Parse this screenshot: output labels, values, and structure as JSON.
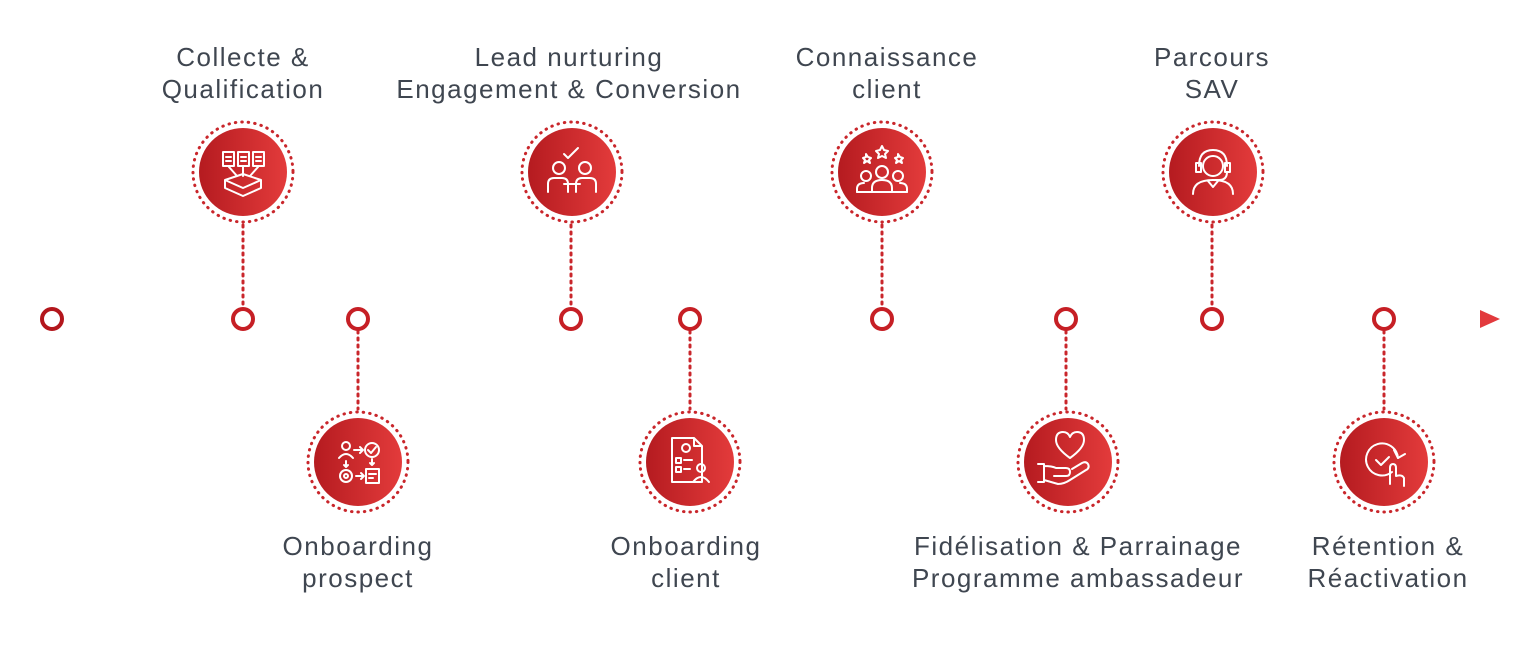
{
  "colors": {
    "line_start": "#b3161c",
    "line_end": "#e23a3d",
    "text": "#3f4650",
    "node_fill": "#ffffff",
    "icon_fill_dark": "#b51b20",
    "icon_fill_light": "#e33b3b"
  },
  "timeline": {
    "start_marker": "circle",
    "end_marker": "arrow"
  },
  "stages": [
    {
      "id": "collecte",
      "side": "top",
      "icon": "documents-inbox-icon",
      "lines": [
        "Collecte &",
        "Qualification"
      ]
    },
    {
      "id": "onboarding-prospect",
      "side": "bottom",
      "icon": "workflow-icon",
      "lines": [
        "Onboarding",
        "prospect"
      ]
    },
    {
      "id": "lead-nurturing",
      "side": "top",
      "icon": "meeting-approval-icon",
      "lines": [
        "Lead nurturing",
        "Engagement & Conversion"
      ]
    },
    {
      "id": "onboarding-client",
      "side": "bottom",
      "icon": "checklist-user-icon",
      "lines": [
        "Onboarding",
        "client"
      ]
    },
    {
      "id": "connaissance-client",
      "side": "top",
      "icon": "customers-stars-icon",
      "lines": [
        "Connaissance",
        "client"
      ]
    },
    {
      "id": "fidelisation",
      "side": "bottom",
      "icon": "heart-hand-icon",
      "lines": [
        "Fidélisation & Parrainage",
        "Programme ambassadeur"
      ]
    },
    {
      "id": "parcours-sav",
      "side": "top",
      "icon": "support-agent-icon",
      "lines": [
        "Parcours",
        "SAV"
      ]
    },
    {
      "id": "retention",
      "side": "bottom",
      "icon": "tap-refresh-icon",
      "lines": [
        "Rétention &",
        "Réactivation"
      ]
    }
  ]
}
